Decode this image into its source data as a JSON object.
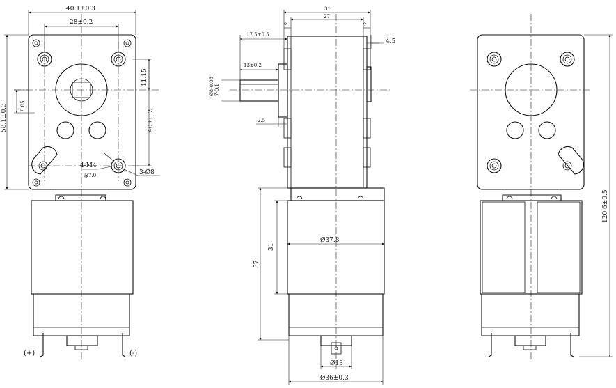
{
  "front_view": {
    "width_overall": "40.1±0.3",
    "hole_spacing_h": "28±0.2",
    "height_overall": "58.1±0.3",
    "hole_spacing_v": "40±0.2",
    "shaft_offset": "11.15",
    "shaft_offset_side": "8.85",
    "thread_callout": "4-M4",
    "thread_depth": "深7.0",
    "hole_callout": "3-Ø8",
    "terminal_positive": "(+)",
    "terminal_negative": "(-)"
  },
  "side_view": {
    "gearbox_length": "31",
    "gearbox_inner": "27",
    "flange_left": "2",
    "flange_right": "2",
    "face_offset": "4.5",
    "shaft_extension": "17.5±0.5",
    "shaft_length": "13±0.2",
    "shaft_diameter": "Ø8-0.03",
    "shaft_flat": "7-0.1",
    "shoulder": "2.5",
    "motor_diameter": "Ø37.8",
    "can_length": "31",
    "motor_length": "57",
    "boss_diameter": "Ø13",
    "end_diameter": "Ø36±0.3"
  },
  "rear_view": {
    "overall_length": "120.6±0.5"
  }
}
